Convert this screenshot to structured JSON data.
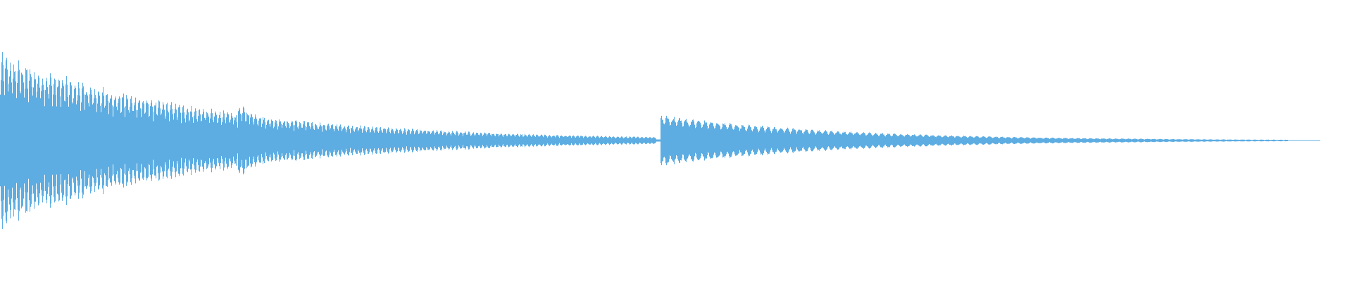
{
  "waveform": {
    "color": "#5DADE2",
    "background": "#FFFFFF",
    "segments": [
      {
        "name": "segment-1",
        "duration_fraction_start": 0.0,
        "duration_fraction_end": 0.497,
        "peak_amplitude": 0.85,
        "decay": "exponential"
      },
      {
        "name": "gap",
        "duration_fraction_start": 0.497,
        "duration_fraction_end": 0.5,
        "peak_amplitude": 0.02,
        "decay": "none"
      },
      {
        "name": "segment-2",
        "duration_fraction_start": 0.5,
        "duration_fraction_end": 0.975,
        "peak_amplitude": 0.25,
        "decay": "exponential"
      }
    ]
  }
}
